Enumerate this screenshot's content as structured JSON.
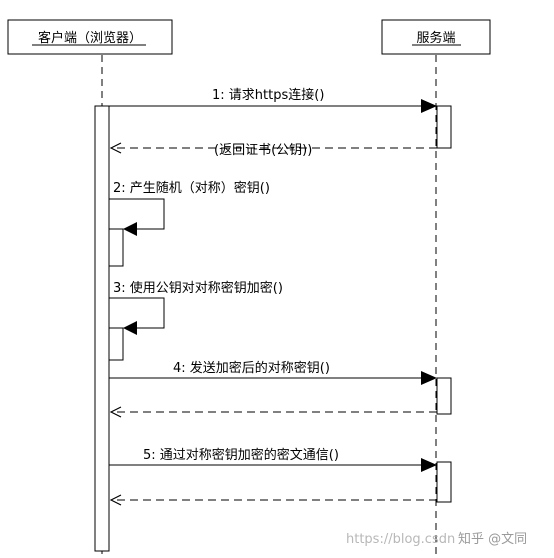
{
  "participants": {
    "client": "客户端（浏览器）",
    "server": "服务端"
  },
  "messages": [
    {
      "label": "1: 请求https连接()",
      "kind": "call"
    },
    {
      "label": "(返回证书(公钥))",
      "kind": "return"
    },
    {
      "label": "2: 产生随机（对称）密钥()",
      "kind": "self"
    },
    {
      "label": "3: 使用公钥对对称密钥加密()",
      "kind": "self"
    },
    {
      "label": "4: 发送加密后的对称密钥()",
      "kind": "call"
    },
    {
      "label": "5: 通过对称密钥加密的密文通信()",
      "kind": "call"
    }
  ],
  "watermarks": {
    "blog": "https://blog.csdn",
    "zhihu": "知乎 @文同"
  }
}
